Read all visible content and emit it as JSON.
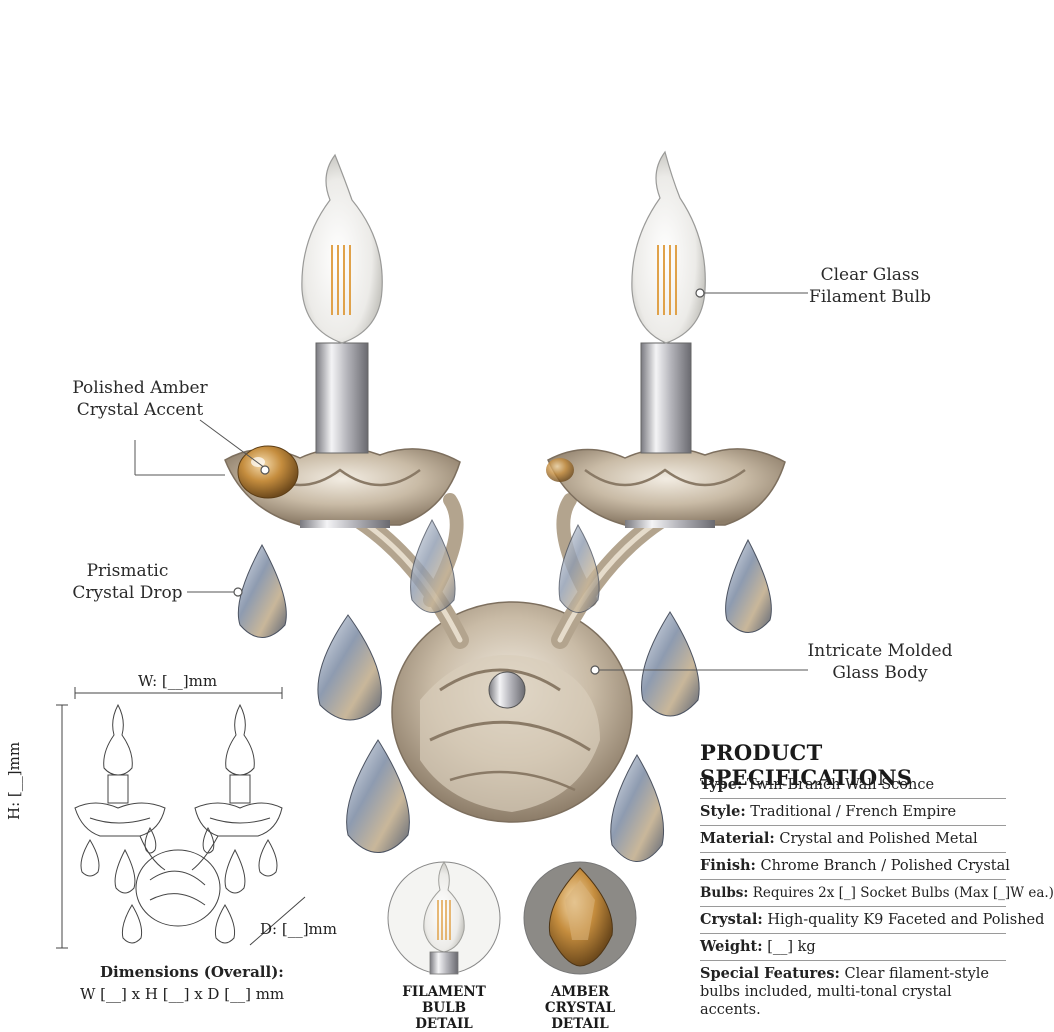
{
  "callouts": {
    "bulb": [
      "Clear Glass",
      "Filament Bulb"
    ],
    "amber": [
      "Polished Amber",
      "Crystal Accent"
    ],
    "drop": [
      "Prismatic",
      "Crystal Drop"
    ],
    "body": [
      "Intricate Molded",
      "Glass Body"
    ]
  },
  "dimensions": {
    "width_label": "W: [__]mm",
    "height_label": "H: [__]mm",
    "depth_label": "D: [__]mm",
    "overall_title": "Dimensions (Overall):",
    "overall_value": "W [__] x H [__] x D [__] mm"
  },
  "details": {
    "bulb": [
      "FILAMENT BULB",
      "DETAIL"
    ],
    "crystal": [
      "AMBER CRYSTAL",
      "DETAIL"
    ]
  },
  "specs": {
    "title": "PRODUCT SPECIFICATIONS",
    "rows": [
      {
        "label": "Type:",
        "value": "Twin-Branch Wall Sconce"
      },
      {
        "label": "Style:",
        "value": "Traditional / French Empire"
      },
      {
        "label": "Material:",
        "value": "Crystal and Polished Metal"
      },
      {
        "label": "Finish:",
        "value": "Chrome Branch / Polished Crystal"
      },
      {
        "label": "Bulbs:",
        "value": "Requires 2x [_] Socket Bulbs (Max [_]W ea.)"
      },
      {
        "label": "Crystal:",
        "value": "High-quality K9 Faceted and Polished"
      },
      {
        "label": "Weight:",
        "value": "[__] kg"
      },
      {
        "label": "Special Features:",
        "value": "Clear filament-style bulbs included, multi-tonal crystal accents."
      }
    ]
  },
  "colors": {
    "amber": "#c9924a",
    "chrome": "#c8c8cc",
    "glass": "#cfc4b4",
    "crystal": "#9aa6b8",
    "filament": "#e0a24a",
    "line": "#555555"
  }
}
